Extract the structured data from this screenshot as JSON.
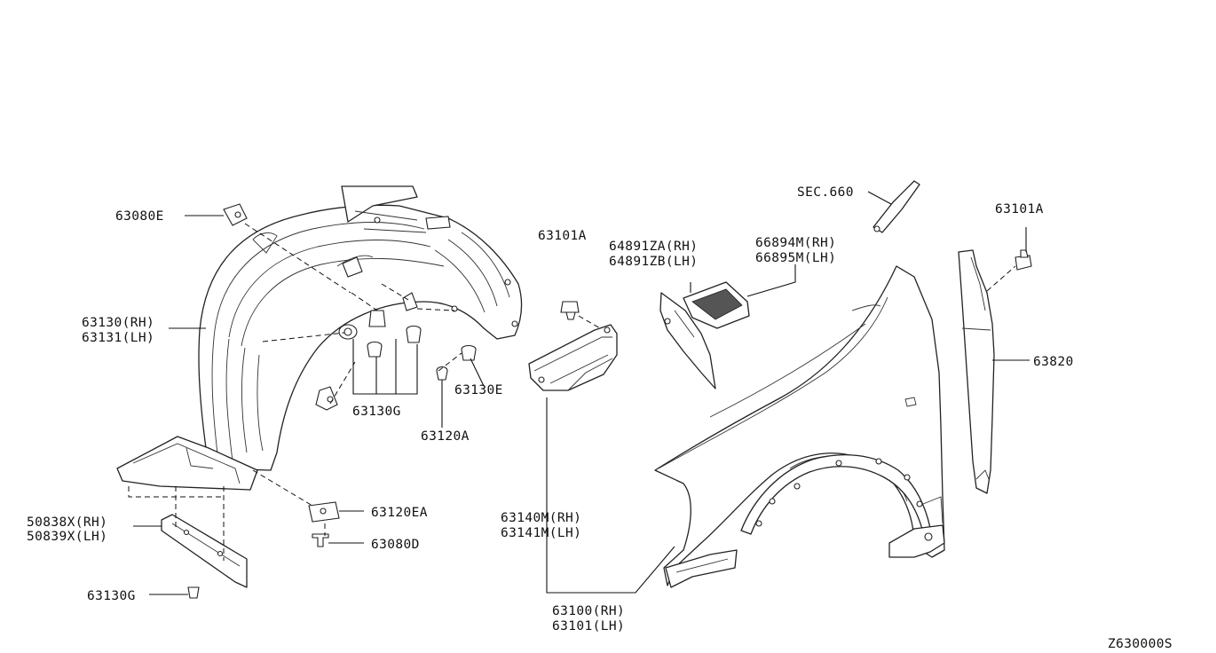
{
  "diagram_id": "Z630000S",
  "labels": {
    "bracket_63080e": "63080E",
    "liner_rh": "63130(RH)",
    "liner_lh": "63131(LH)",
    "clip_63130g_mid": "63130G",
    "clip_63130e": "63130E",
    "screw_63120a": "63120A",
    "nut_63120ea": "63120EA",
    "bolt_63080d": "63080D",
    "protector_rh": "50838X(RH)",
    "protector_lh": "50839X(LH)",
    "clip_63130g_low": "63130G",
    "bolt_63101a_mid": "63101A",
    "seal_rh": "64891ZA(RH)",
    "seal_lh": "64891ZB(LH)",
    "grille_rh": "66894M(RH)",
    "grille_lh": "66895M(LH)",
    "sec_660": "SEC.660",
    "bolt_63101a_right": "63101A",
    "mudguard_63820": "63820",
    "bracket_rh": "63140M(RH)",
    "bracket_lh": "63141M(LH)",
    "fender_rh": "63100(RH)",
    "fender_lh": "63101(LH)"
  }
}
